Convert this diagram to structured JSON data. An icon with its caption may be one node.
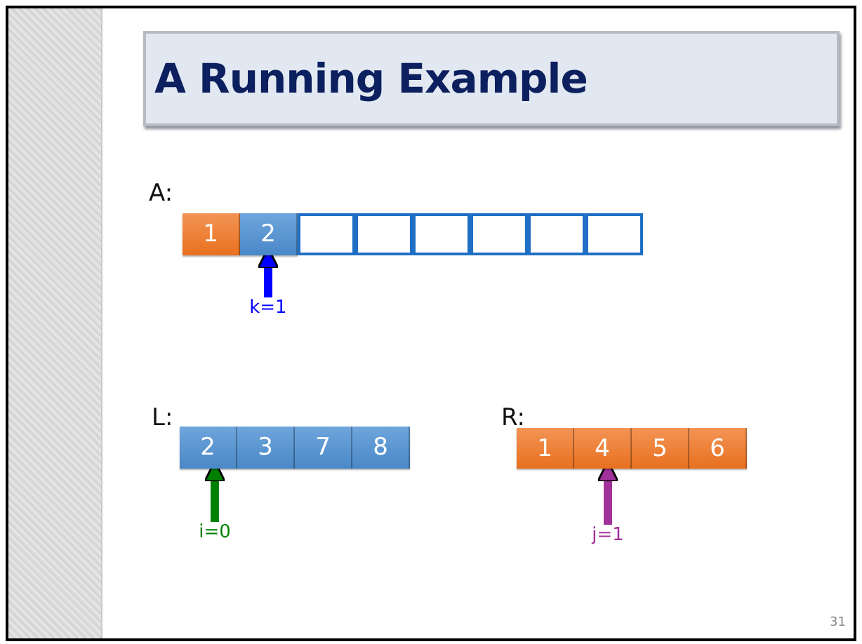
{
  "diagram": {
    "title": "A Running Example",
    "nodes": [
      {
        "text": [
          "1"
        ]
      },
      {
        "text": [
          "2"
        ]
      },
      {
        "text": [],
        "shape": "box"
      },
      {
        "text": [],
        "shape": "box"
      },
      {
        "text": [],
        "shape": "box"
      },
      {
        "text": [],
        "shape": "box"
      },
      {
        "text": [],
        "shape": "box"
      },
      {
        "text": [],
        "shape": "box"
      },
      {
        "text": [
          "k=1"
        ]
      },
      {
        "text": [
          "2"
        ]
      },
      {
        "text": [
          "3"
        ]
      },
      {
        "text": [
          "7"
        ]
      },
      {
        "text": [
          "8"
        ]
      },
      {
        "text": [
          "i=0"
        ]
      },
      {
        "text": [
          "1"
        ]
      },
      {
        "text": [
          "4"
        ]
      },
      {
        "text": [
          "5"
        ]
      },
      {
        "text": [
          "6"
        ]
      },
      {
        "text": [
          "j=1"
        ]
      }
    ],
    "edges": [
      {
        "from": 8,
        "to": 1,
        "arrow": "to",
        "color": "#0000ff"
      },
      {
        "from": 13,
        "to": 9,
        "arrow": "to",
        "color": "#008000"
      },
      {
        "from": 18,
        "to": 15,
        "arrow": "to",
        "color": "#a0309a"
      }
    ],
    "labels": [
      "A:",
      "L:",
      "R:",
      "31"
    ]
  }
}
